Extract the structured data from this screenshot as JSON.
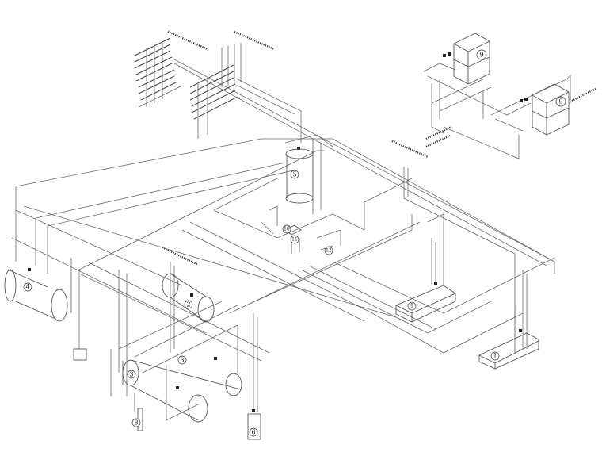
{
  "diagram": {
    "type": "isometric piping system drawing",
    "equipment_labels": [
      {
        "id": "tank-9a",
        "number": "9"
      },
      {
        "id": "tank-9b",
        "number": "9"
      },
      {
        "id": "tank-5",
        "number": "5"
      },
      {
        "id": "unit-10",
        "number": "10"
      },
      {
        "id": "unit-11",
        "number": "11"
      },
      {
        "id": "unit-12",
        "number": "12"
      },
      {
        "id": "vessel-4",
        "number": "4"
      },
      {
        "id": "vessel-2",
        "number": "2"
      },
      {
        "id": "vessel-3a",
        "number": "3"
      },
      {
        "id": "vessel-3b",
        "number": "3"
      },
      {
        "id": "filter-8",
        "number": "8"
      },
      {
        "id": "filter-6",
        "number": "6"
      },
      {
        "id": "pump-base-1a",
        "number": "1"
      },
      {
        "id": "pump-base-1b",
        "number": "1"
      }
    ]
  }
}
